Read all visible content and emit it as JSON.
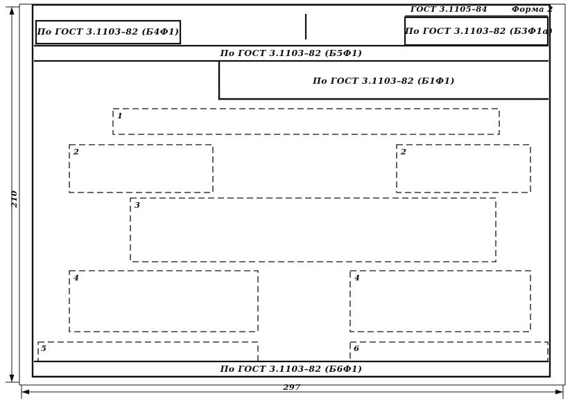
{
  "sheet": {
    "standard_ref": "ГОСТ 3.1105–84",
    "form_label": "Форма 2",
    "width_dim": "297",
    "height_dim": "210"
  },
  "blocks": [
    {
      "id": "b4f1",
      "label": "По ГОСТ 3.1103–82 (Б4Ф1)"
    },
    {
      "id": "b3f1a",
      "label": "По ГОСТ 3.1103–82 (Б3Ф1а)"
    },
    {
      "id": "b5f1",
      "label": "По ГОСТ 3.1103–82 (Б5Ф1)"
    },
    {
      "id": "b1f1",
      "label": "По ГОСТ 3.1103–82 (Б1Ф1)"
    },
    {
      "id": "b6f1",
      "label": "По ГОСТ 3.1103–82 (Б6Ф1)"
    }
  ],
  "zones": [
    {
      "id": "zone-1",
      "number": "1"
    },
    {
      "id": "zone-2-left",
      "number": "2"
    },
    {
      "id": "zone-2-right",
      "number": "2"
    },
    {
      "id": "zone-3",
      "number": "3"
    },
    {
      "id": "zone-4-left",
      "number": "4"
    },
    {
      "id": "zone-4-right",
      "number": "4"
    },
    {
      "id": "zone-5",
      "number": "5"
    },
    {
      "id": "zone-6",
      "number": "6"
    }
  ],
  "colors": {
    "ink": "#111111",
    "paper": "#ffffff"
  }
}
